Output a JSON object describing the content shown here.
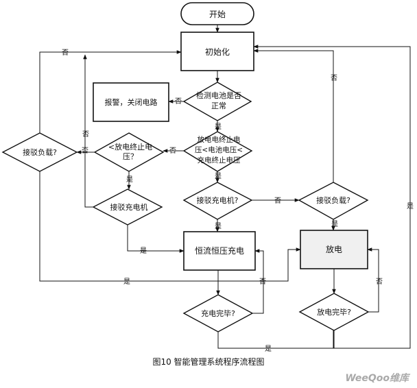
{
  "diagram": {
    "start": "开始",
    "init": "初始化",
    "alarm": "报警，关闭电路",
    "check_battery": [
      "检测电池是否",
      "正常"
    ],
    "voltage_cmp": [
      "放电电终止电",
      "压<电池电压<",
      "充电终止电压"
    ],
    "discharge_limit": [
      "<放电终止电",
      "压？"
    ],
    "connect_charger_mid": "接驳充电机?",
    "connect_charger_left": "接驳充电机",
    "connect_load_left": "接驳负载?",
    "connect_load_right": "接驳负载?",
    "cc_cv_charge": "恒流恒压充电",
    "discharge": "放电",
    "charge_done": "充电完毕?",
    "discharge_done": "放电完毕?",
    "yes": "是",
    "no": "否"
  },
  "caption": "图10  智能管理系统程序流程图",
  "watermark": "WeeQoo维库"
}
